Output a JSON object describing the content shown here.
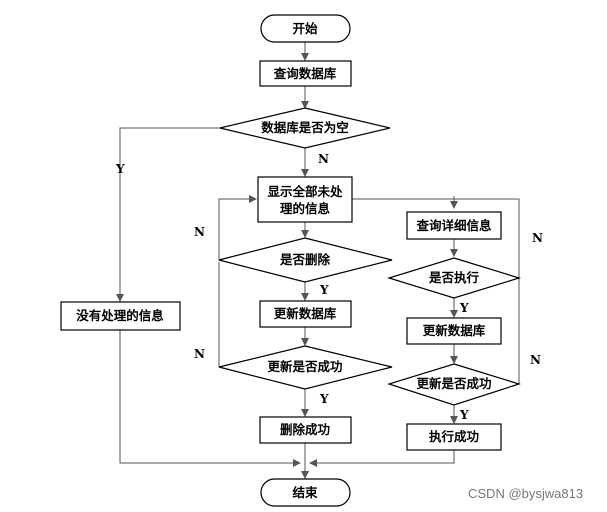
{
  "flowchart": {
    "start": "开始",
    "query_db": "查询数据库",
    "db_empty": "数据库是否为空",
    "show_unprocessed_line1": "显示全部未处",
    "show_unprocessed_line2": "理的信息",
    "no_unprocessed": "没有处理的信息",
    "delete_q": "是否删除",
    "update_db_left": "更新数据库",
    "update_success_left": "更新是否成功",
    "delete_success": "删除成功",
    "query_detail": "查询详细信息",
    "execute_q": "是否执行",
    "update_db_right": "更新数据库",
    "update_success_right": "更新是否成功",
    "execute_success": "执行成功",
    "end": "结束"
  },
  "edge_labels": {
    "db_empty_no": "N",
    "db_empty_yes": "Y",
    "delete_no": "N",
    "delete_yes": "Y",
    "update_left_no": "N",
    "update_left_yes": "Y",
    "execute_no": "N",
    "execute_yes": "Y",
    "update_right_no": "N",
    "update_right_yes": "Y"
  },
  "watermark": "CSDN @bysjwa813"
}
